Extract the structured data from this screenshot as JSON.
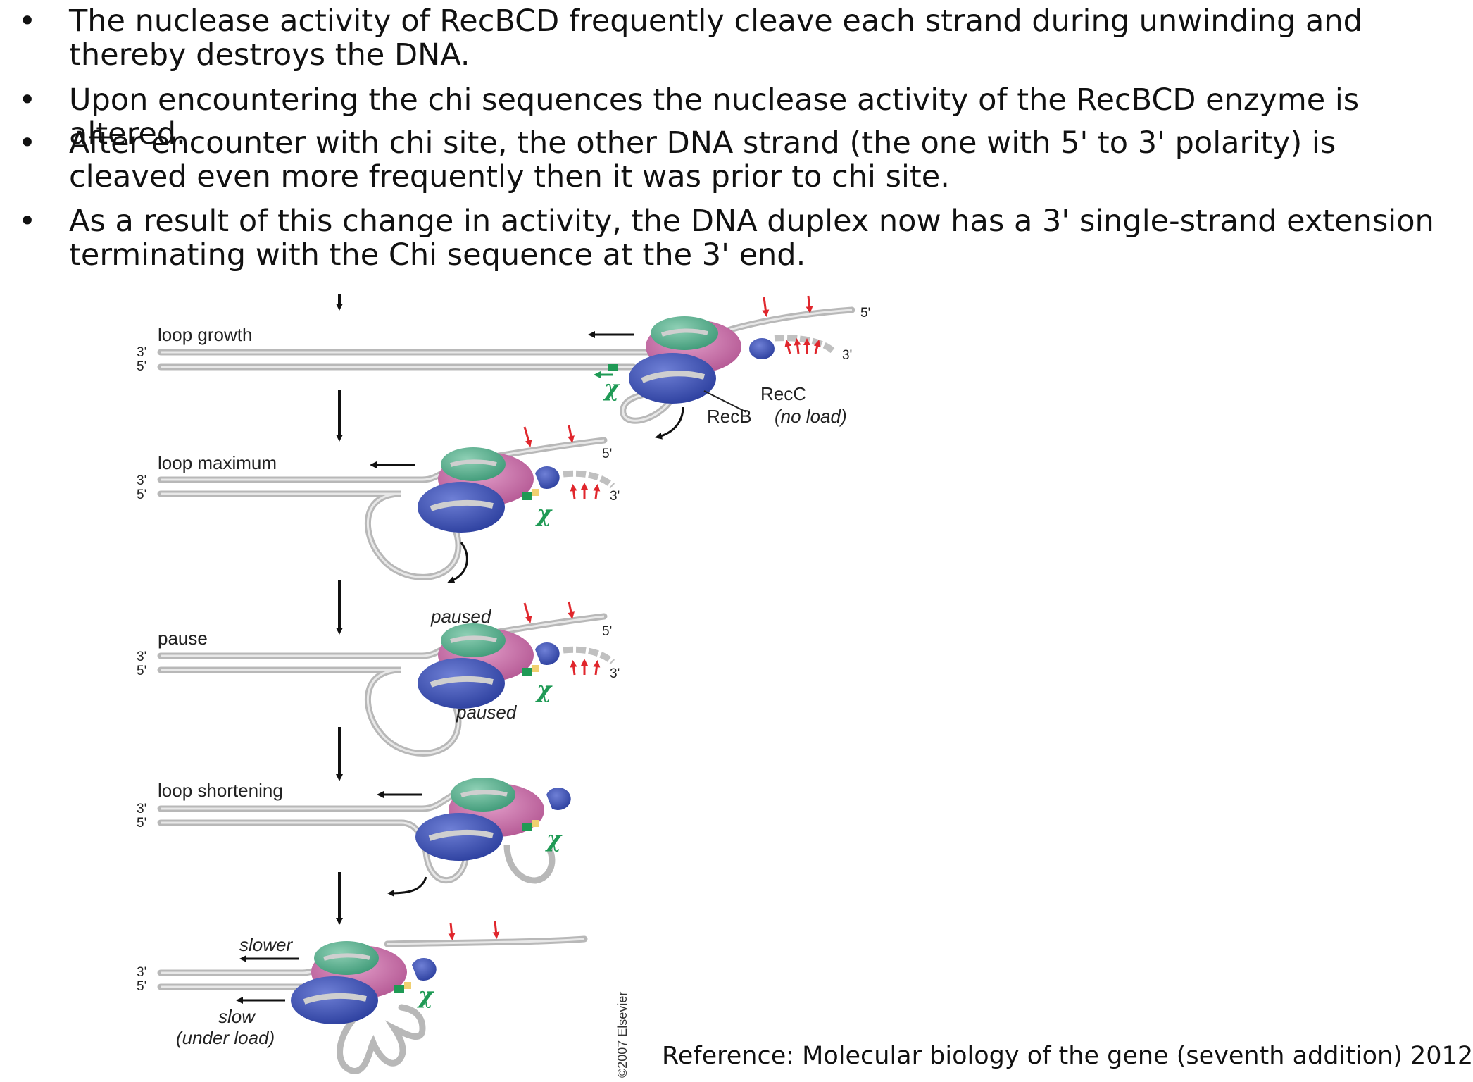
{
  "bullets": [
    "The nuclease activity of RecBCD frequently cleave each strand during unwinding and thereby destroys the DNA.",
    "Upon encountering the chi sequences the nuclease activity of the RecBCD enzyme is altered.",
    "After encounter with chi site, the other DNA strand (the one with 5' to 3' polarity) is cleaved even more frequently then it was prior to chi site.",
    "As a result of this change in activity, the DNA duplex now has a 3' single-strand extension terminating with the Chi sequence at the 3' end."
  ],
  "diagram": {
    "stages": [
      "loop growth",
      "loop maximum",
      "pause",
      "loop shortening"
    ],
    "prime_3": "3'",
    "prime_5": "5'",
    "chi_symbol": "χ",
    "paused": "paused",
    "recc": "RecC",
    "recb": "RecB",
    "no_load": "(no load)",
    "slower": "slower",
    "slow": "slow",
    "under_load": "(under load)",
    "credit": "©2007 Elsevier"
  },
  "reference": "Reference: Molecular biology of the gene (seventh addition) 2012",
  "colors": {
    "recb_blue": "#3d52b6",
    "recc_green": "#5fb394",
    "recd_pink": "#c66aa4",
    "dna_gray": "#c8c8c8",
    "cut_red": "#e0262c",
    "chi_green": "#1f9a55"
  }
}
